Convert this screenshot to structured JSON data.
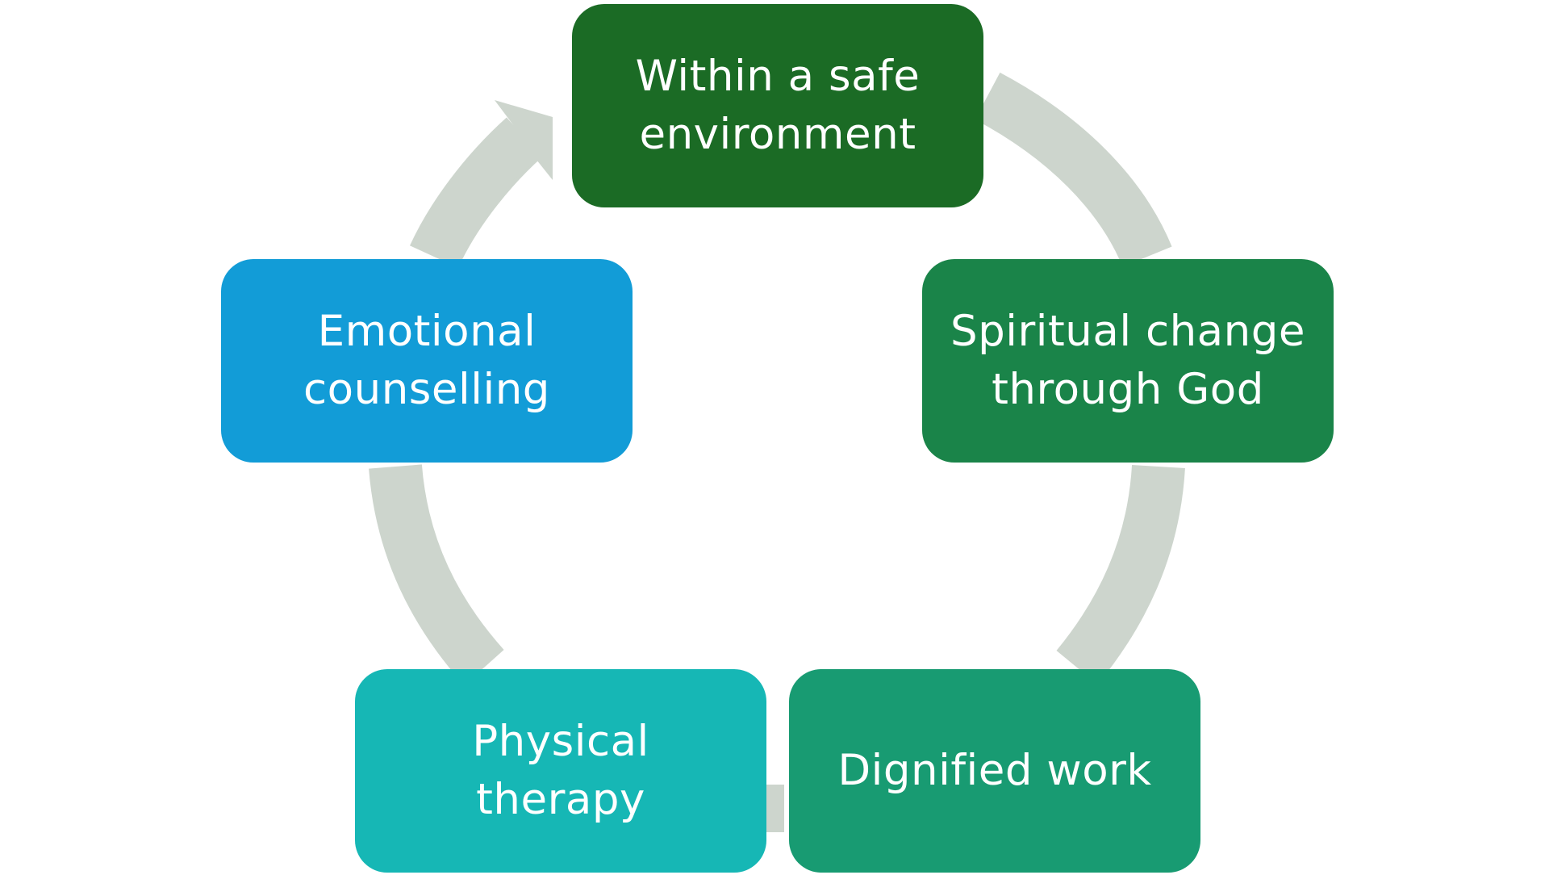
{
  "diagram": {
    "type": "cycle",
    "connector_color": "#CDD5CD",
    "nodes": [
      {
        "label": "Within a safe\nenvironment",
        "color": "#1B6B25"
      },
      {
        "label": "Spiritual change\nthrough God",
        "color": "#1A8449"
      },
      {
        "label": "Dignified work",
        "color": "#189B72"
      },
      {
        "label": "Physical\ntherapy",
        "color": "#16B7B5"
      },
      {
        "label": "Emotional\ncounselling",
        "color": "#129CD7"
      }
    ]
  }
}
